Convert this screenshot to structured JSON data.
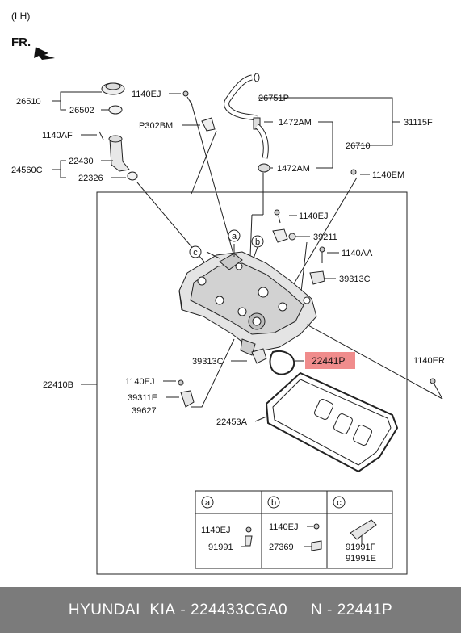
{
  "header": {
    "side": "(LH)",
    "front": "FR."
  },
  "callouts": {
    "c26510": "26510",
    "c26502": "26502",
    "c1140AF": "1140AF",
    "c24560C": "24560C",
    "c22430": "22430",
    "c22326": "22326",
    "c1140EJ_top": "1140EJ",
    "cP302BM": "P302BM",
    "c26751P": "26751P",
    "c1472AM_a": "1472AM",
    "c1472AM_b": "1472AM",
    "c31115F": "31115F",
    "c26710": "26710",
    "c1140EM": "1140EM",
    "c1140EJ_mid": "1140EJ",
    "c39211": "39211",
    "c1140AA": "1140AA",
    "c39313C_r": "39313C",
    "c39313C_l": "39313C",
    "c22441P": "22441P",
    "c1140ER": "1140ER",
    "c22410B": "22410B",
    "c1140EJ_low": "1140EJ",
    "c39311E": "39311E",
    "c39627": "39627",
    "c22453A": "22453A"
  },
  "markers": {
    "a": "a",
    "b": "b",
    "c": "c"
  },
  "legend_table": {
    "col_a": {
      "mark": "a",
      "part1": "1140EJ",
      "part2": "91991"
    },
    "col_b": {
      "mark": "b",
      "part1": "1140EJ",
      "part2": "27369"
    },
    "col_c": {
      "mark": "c",
      "part1": "91991F",
      "part2": "91991E"
    }
  },
  "highlight_color": "#f08c8c",
  "footer": {
    "brand": "HYUNDAI  KIA",
    "sep1": " - ",
    "part_number": "224433CGA0",
    "sep2": "     N - ",
    "ref": "22441P"
  }
}
